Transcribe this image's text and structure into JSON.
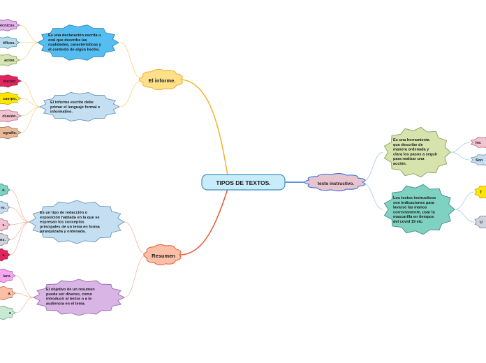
{
  "colors": {
    "root_fill": "#c9ecfb",
    "root_stroke": "#3f8fbf",
    "informe_fill": "#ffe08a",
    "informe_stroke": "#f2b233",
    "resumen_fill": "#fbbfa8",
    "resumen_stroke": "#e8653a",
    "instructivo_fill": "#e8c4cf",
    "instructivo_stroke": "#3a6fd8",
    "line_root_informe": "#f0b429",
    "line_root_resumen": "#e4572e",
    "line_root_instructivo": "#2e6fe0"
  },
  "root": {
    "label": "TIPOS DE TEXTOS."
  },
  "informe": {
    "label": "El informe.",
    "desc1": [
      "Es una declaración escrita u",
      "oral que describe las",
      "cualidades, características y",
      "el contexto de algún hecho."
    ],
    "desc2": [
      "El informe escrito debe",
      "primar el lenguaje formal e",
      "informativo."
    ],
    "leaves1": [
      {
        "text": "écnicos.",
        "fill": "#e3b6ea",
        "stroke": "#9a57a8"
      },
      {
        "text": "tíficos.",
        "fill": "#b9dcec",
        "stroke": "#4d8ea8"
      },
      {
        "text": "ación.",
        "fill": "#d6e6b3",
        "stroke": "#8aa05a"
      }
    ],
    "leaves2": [
      {
        "text": "ducion.",
        "fill": "#e0245e",
        "stroke": "#9a1240"
      },
      {
        "text": "cuerpo.",
        "fill": "#ffe600",
        "stroke": "#b8a300"
      },
      {
        "text": "clusión.",
        "fill": "#f2c3d0",
        "stroke": "#b06a80"
      },
      {
        "text": "ografía.",
        "fill": "#e8b996",
        "stroke": "#a0704e"
      }
    ]
  },
  "resumen": {
    "label": "Resumen",
    "desc1": [
      "Es un tipo de redacción o",
      "exposición hablada en la que se",
      "expresan los conceptos",
      "principales de un tema en forma",
      "jerarquizada y ordenada."
    ],
    "desc2": [
      "El objetivo de un resumen",
      "puede ser diverso, como",
      "introducir al lector o a la",
      "audiencia en el tema."
    ],
    "leaves1": [
      {
        "text": "o.",
        "fill": "#7fd1c2",
        "stroke": "#3d8f80"
      },
      {
        "text": "ro.",
        "fill": "#c6ddf2",
        "stroke": "#6a90b8"
      },
      {
        "text": "s.",
        "fill": "#f2c3d0",
        "stroke": "#b06a80"
      },
      {
        "text": "ns.",
        "fill": "#d0d4de",
        "stroke": "#7a8090"
      },
      {
        "text": "a.",
        "fill": "#e0245e",
        "stroke": "#9a1240"
      }
    ],
    "leaves2": [
      {
        "text": "laro.",
        "fill": "#f5a8f0",
        "stroke": "#b05aa8"
      },
      {
        "text": "a.",
        "fill": "#fbbfa8",
        "stroke": "#c06a48"
      },
      {
        "text": "e",
        "fill": "#c8ead2",
        "stroke": "#6aa07a"
      }
    ]
  },
  "instructivo": {
    "label": "texto instructivo.",
    "desc1": [
      "Es una herramienta",
      "que describe de",
      "manera ordenada y",
      "clara los pasos a seguir",
      "para realizar una",
      "acción."
    ],
    "desc2": [
      "Los textos instructivos",
      "son indicaciones  para",
      "lavarse las manos",
      "correctamente, usar la",
      "mascarilla en tiempos",
      "del covid 19 etc."
    ],
    "leaves1": [
      {
        "text": "Inc",
        "fill": "#f2c3d0",
        "stroke": "#b06a80"
      },
      {
        "text": "Son",
        "fill": "#c6ddf2",
        "stroke": "#6a90b8"
      }
    ],
    "leaves2": [
      {
        "text": "T",
        "fill": "#ffe600",
        "stroke": "#b8a300"
      },
      {
        "text": "U",
        "fill": "#d0d4de",
        "stroke": "#7a8090"
      }
    ]
  }
}
